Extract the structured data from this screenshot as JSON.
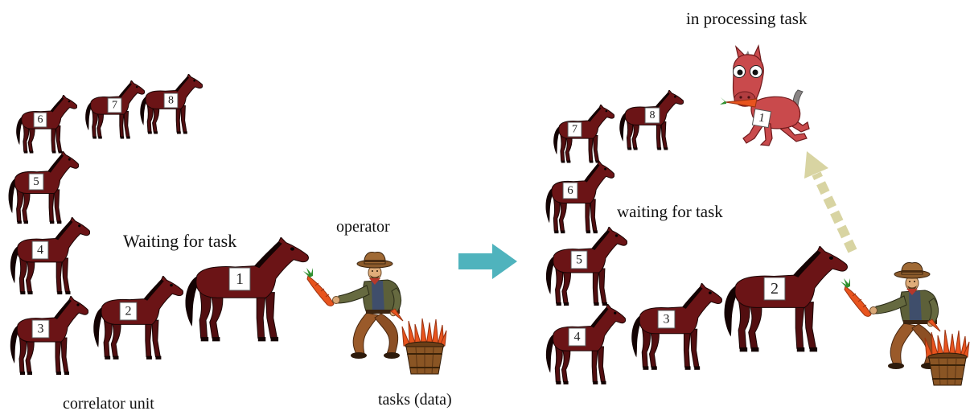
{
  "labels": {
    "in_processing": "in processing task",
    "waiting_before": "Waiting for task",
    "operator": "operator",
    "waiting_after": "waiting for task",
    "correlator_unit": "correlator unit",
    "tasks_data": "tasks (data)"
  },
  "before": {
    "horse_numbers": [
      "6",
      "7",
      "8",
      "5",
      "4",
      "3",
      "2",
      "1"
    ]
  },
  "after": {
    "horse_numbers": [
      "7",
      "8",
      "6",
      "5",
      "4",
      "3",
      "2"
    ],
    "processing_horse_number": "1"
  },
  "icons": {
    "waiting_unit": "horse-icon",
    "processing_unit": "kicking-horse-icon",
    "task": "carrot-icon",
    "task_pool": "carrot-basket-icon",
    "operator": "cowboy-icon",
    "transition": "right-arrow-icon",
    "dispatch": "dashed-up-arrow-icon"
  },
  "colors": {
    "horse": "#6b1416",
    "processing_horse": "#c94a4c",
    "carrot": "#e8541e",
    "flow_arrow": "#4fb3bd",
    "dispatch_arrow": "#d8d4a2"
  }
}
